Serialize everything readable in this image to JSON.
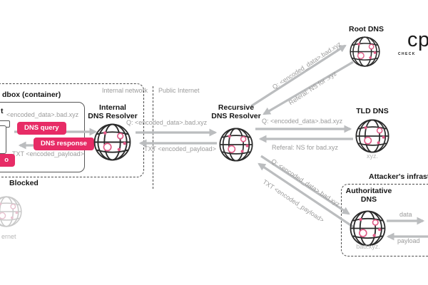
{
  "colors": {
    "badge_pink": "#e72c66",
    "globe_accent_pink": "#e05c88",
    "arrow_gray": "#bbbdbf",
    "label_gray": "#9b9b9b",
    "text_black": "#161616"
  },
  "logo": {
    "wordmark": "cp",
    "tagline": "CHECK"
  },
  "zones": {
    "container_label": "dbox (container)",
    "internal_network_label": "Internal network",
    "public_internet_label": "Public Internet",
    "blocked_label": "Blocked",
    "attacker_label": "Attacker's infrastr"
  },
  "sandbox": {
    "process_label": "t",
    "query_domain": "<encoded_data>.bad.xyz",
    "query_badge": "DNS query",
    "response_badge": "DNS response",
    "response_record": "TXT <encoded_payload>",
    "partial_badge": "o"
  },
  "nodes": {
    "internal_resolver": {
      "line1": "Internal",
      "line2": "DNS Resolver"
    },
    "recursive_resolver": {
      "line1": "Recursive",
      "line2": "DNS Resolver"
    },
    "root": {
      "label": "Root DNS"
    },
    "tld": {
      "label": "TLD DNS",
      "zone": "xyz."
    },
    "authoritative": {
      "line1": "Authoritative",
      "line2": "DNS",
      "zone": "bad.xyz."
    },
    "internet": {
      "label": "ernet"
    }
  },
  "flows": {
    "internal_to_recursive_query": "Q: <encoded_data>.bad.xyz",
    "recursive_to_internal_response": "TXT <encoded_payload>",
    "recursive_to_root_query": "Q: <encoded_data>.bad.xyz",
    "root_to_recursive_referral": "Referal: NS for .xyz",
    "recursive_to_tld_query": "Q: <encoded_data>.bad.xyz",
    "tld_to_recursive_referral": "Referal: NS for bad.xyz",
    "recursive_to_auth_query": "Q: <encoded_data>.bad.xyz",
    "auth_to_recursive_response": "TXT <encoded_payload>",
    "auth_data_out": "data",
    "auth_payload_in": "payload"
  }
}
